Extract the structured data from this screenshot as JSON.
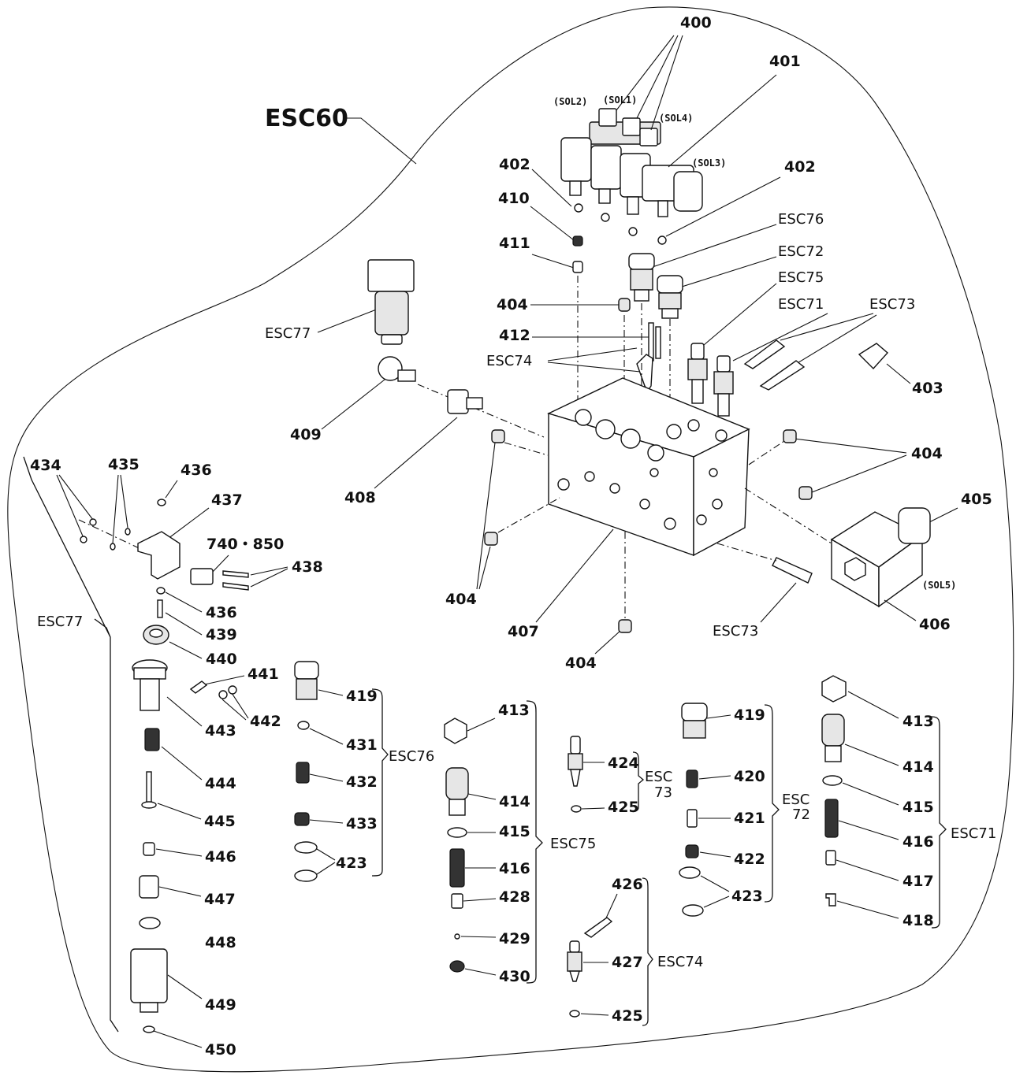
{
  "assembly": {
    "title": "ESC60"
  },
  "labels": {
    "l400": "400",
    "l401": "401",
    "l402a": "402",
    "l402b": "402",
    "l410": "410",
    "l411": "411",
    "l404a": "404",
    "l412": "412",
    "esc74a": "ESC74",
    "esc76a": "ESC76",
    "esc72a": "ESC72",
    "esc75a": "ESC75",
    "esc71a": "ESC71",
    "esc73a": "ESC73",
    "l403": "403",
    "esc77a": "ESC77",
    "l409": "409",
    "l408": "408",
    "l404b": "404",
    "l404c": "404",
    "l404d": "404",
    "l405": "405",
    "l407": "407",
    "esc73b": "ESC73",
    "l406": "406",
    "l434": "434",
    "l435": "435",
    "l436a": "436",
    "l437": "437",
    "l740": "740・850",
    "l438": "438",
    "l436b": "436",
    "l439": "439",
    "esc77b": "ESC77",
    "l440": "440",
    "l441": "441",
    "l442": "442",
    "l443": "443",
    "l444": "444",
    "l445": "445",
    "l446": "446",
    "l447": "447",
    "l448": "448",
    "l449": "449",
    "l450": "450",
    "l419a": "419",
    "l431": "431",
    "esc76b": "ESC76",
    "l432": "432",
    "l433": "433",
    "l423a": "423",
    "l413a": "413",
    "l414a": "414",
    "l415a": "415",
    "l416a": "416",
    "esc75b": "ESC75",
    "l428": "428",
    "l429": "429",
    "l430": "430",
    "l424": "424",
    "esc73c1": "ESC",
    "esc73c2": "73",
    "l425a": "425",
    "l426": "426",
    "l427": "427",
    "esc74b": "ESC74",
    "l425b": "425",
    "l419b": "419",
    "l420": "420",
    "esc72c1": "ESC",
    "esc72c2": "72",
    "l421": "421",
    "l422": "422",
    "l423b": "423",
    "l413b": "413",
    "l414b": "414",
    "l415b": "415",
    "l416b": "416",
    "esc71b": "ESC71",
    "l417": "417",
    "l418": "418"
  },
  "solenoids": {
    "sol1": "(SOL1)",
    "sol2": "(SOL2)",
    "sol3": "(SOL3)",
    "sol4": "(SOL4)",
    "sol5": "(SOL5)"
  }
}
